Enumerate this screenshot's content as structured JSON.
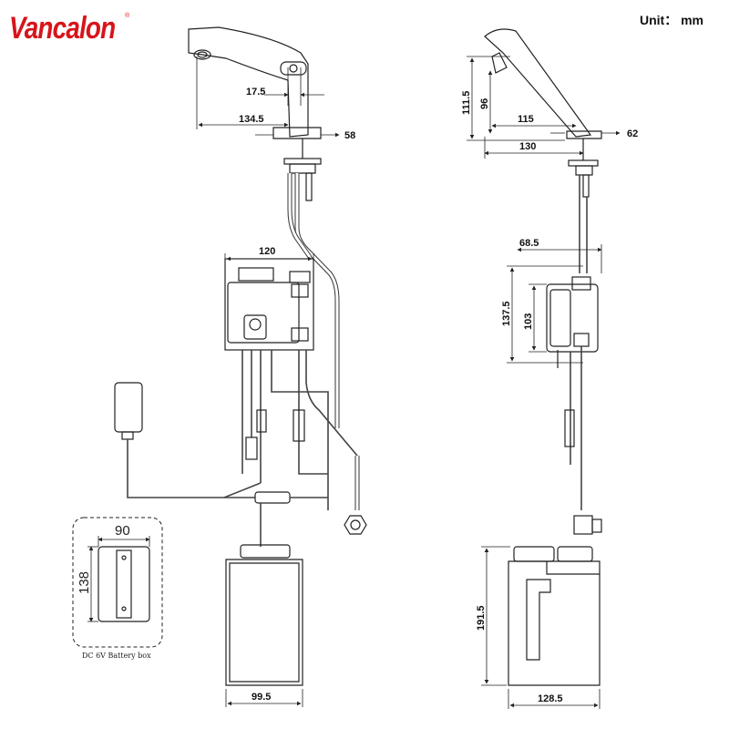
{
  "header": {
    "brand": "Vancalon",
    "brand_mark": "®",
    "unit": "Unit： mm"
  },
  "front_view": {
    "dim_17_5": "17.5",
    "dim_134_5": "134.5",
    "dim_58": "58",
    "dim_120": "120",
    "dim_99_5": "99.5",
    "battery_box": {
      "width": "90",
      "height": "138",
      "caption": "DC 6V Battery box"
    }
  },
  "side_view": {
    "dim_111_5": "111.5",
    "dim_96": "96",
    "dim_115": "115",
    "dim_62": "62",
    "dim_130": "130",
    "dim_68_5": "68.5",
    "dim_137_5": "137.5",
    "dim_103": "103",
    "dim_191_5": "191.5",
    "dim_128_5": "128.5"
  }
}
